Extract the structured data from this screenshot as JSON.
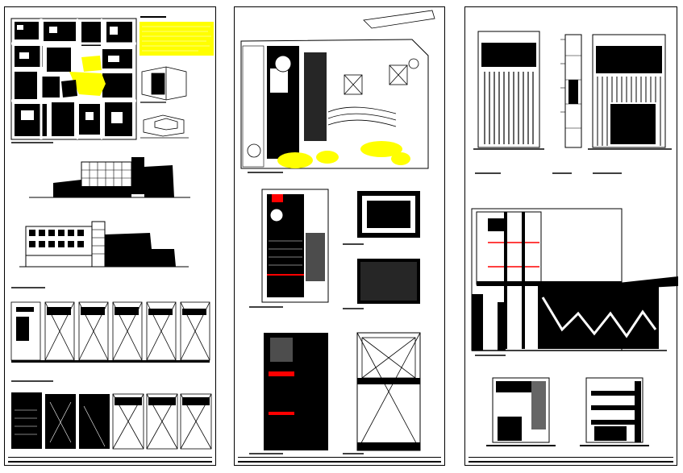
{
  "drawing": {
    "sheets": [
      {
        "id": "sheet-1",
        "contents": [
          "location-map",
          "volume-sketches",
          "elevations",
          "floor-plans-row-1",
          "floor-plans-row-2"
        ]
      },
      {
        "id": "sheet-2",
        "contents": [
          "site-plan",
          "floor-plans"
        ]
      },
      {
        "id": "sheet-3",
        "contents": [
          "facades",
          "longitudinal-section",
          "cross-sections"
        ]
      }
    ],
    "colors": {
      "line": "#000000",
      "highlight": "#ffff00",
      "accent_red": "#ff0000",
      "paper": "#ffffff"
    }
  }
}
